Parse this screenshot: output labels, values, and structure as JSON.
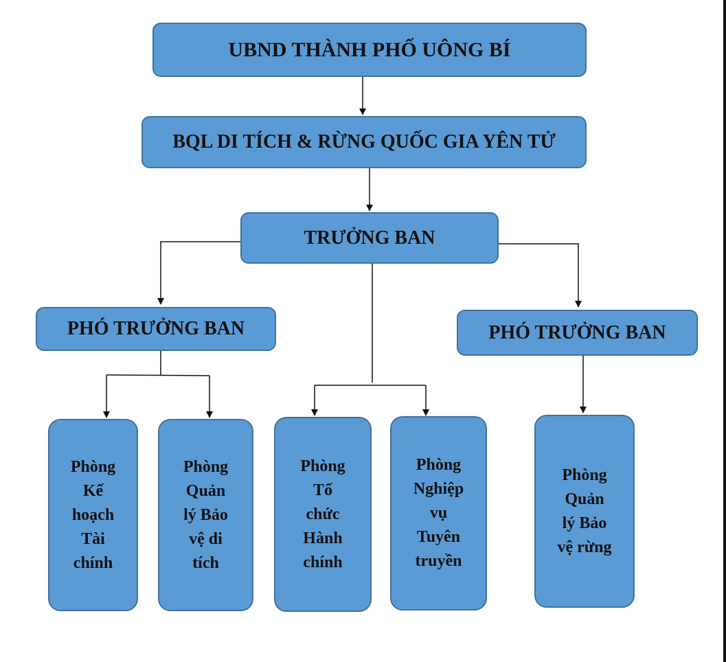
{
  "nodes": {
    "ubnd": "UBND THÀNH PHỐ UÔNG BÍ",
    "bql": "BQL DI TÍCH & RỪNG QUỐC GIA YÊN TỬ",
    "truong_ban": "TRƯỞNG BAN",
    "pho_truong_ban_left": "PHÓ TRƯỞNG BAN",
    "pho_truong_ban_right": "PHÓ TRƯỞNG BAN"
  },
  "departments": {
    "ke_hoach_tai_chinh": [
      "Phòng",
      "Kế",
      "hoạch",
      "Tài",
      "chính"
    ],
    "quan_ly_bao_ve_di_tich": [
      "Phòng",
      "Quản",
      "lý Bảo",
      "vệ di",
      "tích"
    ],
    "to_chuc_hanh_chinh": [
      "Phòng",
      "Tổ",
      "chức",
      "Hành",
      "chính"
    ],
    "nghiep_vu_tuyen_truyen": [
      "Phòng",
      "Nghiệp",
      "vụ",
      "Tuyên",
      "truyền"
    ],
    "quan_ly_bao_ve_rung": [
      "Phòng",
      "Quản",
      "lý Bảo",
      "vệ rừng"
    ]
  },
  "colors": {
    "box_fill": "#5b9bd5",
    "box_border": "#41719c",
    "connector": "#111111"
  }
}
